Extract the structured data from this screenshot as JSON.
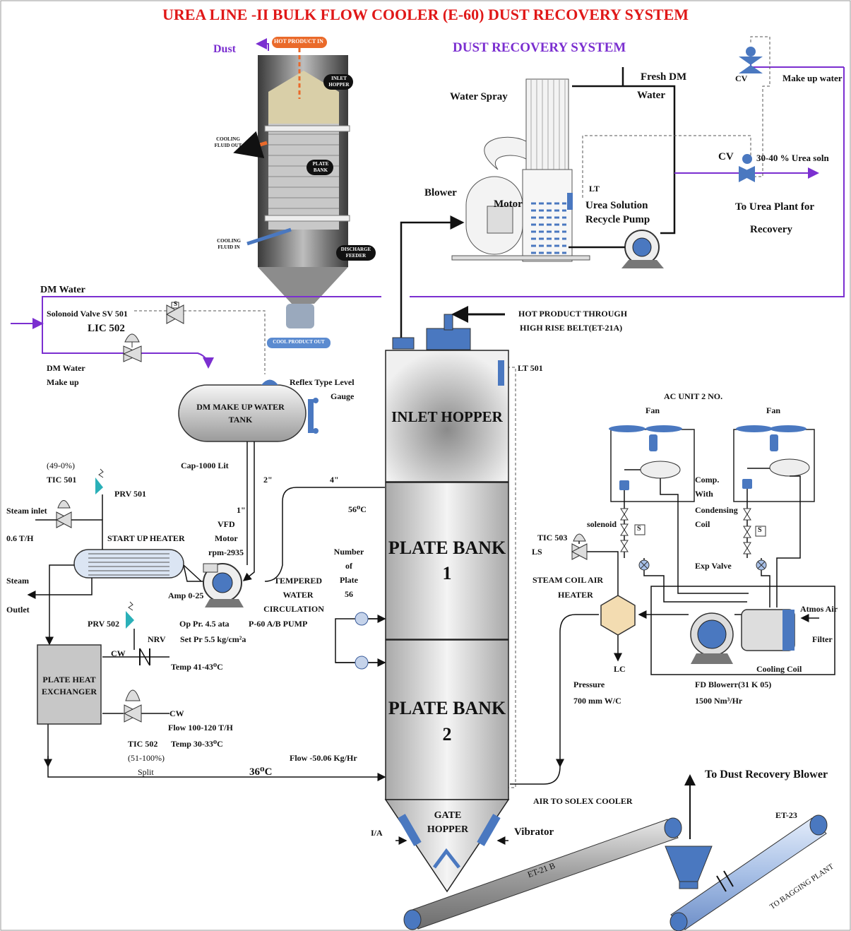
{
  "title": "UREA LINE -II BULK FLOW COOLER (E-60) DUST RECOVERY SYSTEM",
  "dust_recovery_title": "DUST RECOVERY SYSTEM",
  "colors": {
    "title": "#e01818",
    "purple_line": "#7b2fd0",
    "equipment_blue": "#4a78c0",
    "valve_teal": "#2ab0b8"
  },
  "cooler_image": {
    "dust": "Dust",
    "hot_product_in": "HOT PRODUCT IN",
    "inlet_hopper": "INLET\nHOPPER",
    "cooling_fluid_out": "COOLING\nFLUID OUT",
    "plate_bank": "PLATE\nBANK",
    "cooling_fluid_in": "COOLING\nFLUID IN",
    "discharge_feeder": "DISCHARGE\nFEEDER",
    "cool_product_out": "COOL PRODUCT OUT"
  },
  "dust_recovery": {
    "fresh_dm": "Fresh DM",
    "water": "Water",
    "cv_top": "CV",
    "make_up_water": "Make up water",
    "water_spray": "Water Spray",
    "cv": "CV",
    "urea_soln": "30-40 % Urea soln",
    "blower": "Blower",
    "motor": "Motor",
    "lt": "LT",
    "urea_pump_1": "Urea Solution",
    "urea_pump_2": "Recycle Pump",
    "to_urea_1": "To Urea Plant for",
    "to_urea_2": "Recovery"
  },
  "dm_section": {
    "dm_water": "DM Water",
    "solenoid_valve": "Solonoid Valve SV 501",
    "s_label": "S",
    "lic": "LIC 502",
    "dm_makeup_1": "DM Water",
    "dm_makeup_2": "Make up",
    "tank_1": "DM MAKE UP WATER",
    "tank_2": "TANK",
    "reflex_1": "Reflex Type Level",
    "reflex_2": "Gauge",
    "cap": "Cap-1000 Lit",
    "pipe_2in": "2\"",
    "pipe_4in": "4\"",
    "pipe_1in": "1\"",
    "temp_56": "56⁰C"
  },
  "heater_section": {
    "range_tic501": "(49-0%)",
    "tic501": "TIC  501",
    "prv501": "PRV 501",
    "steam_inlet": "Steam inlet",
    "flow_06": "0.6 T/H",
    "startup_heater": "START UP HEATER",
    "steam": "Steam",
    "outlet": "Outlet",
    "prv502": "PRV 502",
    "nrv": "NRV",
    "cw1": "CW",
    "temp1": "Temp 41-43⁰C",
    "phe_1": "PLATE HEAT",
    "phe_2": "EXCHANGER",
    "cw2": "CW",
    "flow_cw": "Flow 100-120 T/H",
    "tic502": "TIC 502",
    "temp2": "Temp 30-33⁰C",
    "range_tic502": "(51-100%)",
    "split": "Split",
    "temp36": "36⁰C",
    "flow_kg": "Flow -50.06 Kg/Hr"
  },
  "pump_section": {
    "vfd": "VFD",
    "motor": "Motor",
    "rpm": "rpm-2935",
    "amp": "Amp 0-25",
    "op_pr": "Op Pr. 4.5 ata",
    "set_pr": "Set Pr  5.5 kg/cm²a",
    "pump": "P-60 A/B  PUMP",
    "tempered_1": "TEMPERED",
    "tempered_2": "WATER",
    "tempered_3": "CIRCULATION"
  },
  "cooler": {
    "hot_product_1": "HOT PRODUCT THROUGH",
    "hot_product_2": "HIGH RISE BELT(ET-21A)",
    "lt501": "LT 501",
    "inlet_hopper": "INLET HOPPER",
    "plate_bank1_a": "PLATE BANK",
    "plate_bank1_b": "1",
    "plate_bank2_a": "PLATE BANK",
    "plate_bank2_b": "2",
    "number_1": "Number",
    "number_2": "of",
    "number_3": "Plate",
    "number_4": "56",
    "gate_1": "GATE",
    "gate_2": "HOPPER",
    "ia": "I/A",
    "vibrator": "Vibrator"
  },
  "ac_section": {
    "ac_unit": "AC UNIT 2 NO.",
    "fan1": "Fan",
    "fan2": "Fan",
    "comp_1": "Comp.",
    "comp_2": "With",
    "comp_3": "Condensing",
    "comp_4": "Coil",
    "solenoid": "solenoid",
    "s1": "S",
    "s2": "S",
    "exp_valve": "Exp Valve",
    "tic503": "TIC 503",
    "ls": "LS",
    "steam_coil_1": "STEAM COIL AIR",
    "steam_coil_2": "HEATER",
    "atmos_air": "Atmos Air",
    "filter": "Filter",
    "cooling_coil": "Cooling Coil",
    "lc": "LC",
    "pressure_1": "Pressure",
    "pressure_2": "700 mm W/C",
    "fd_blower_1": "FD Blowerr(31 K 05)",
    "fd_blower_2": "1500 Nm³/Hr",
    "air_to_solex": "AIR TO SOLEX COOLER"
  },
  "conveyors": {
    "to_dust_blower": "To Dust Recovery Blower",
    "et23": "ET-23",
    "et21b": "ET-21 B",
    "to_bagging": "TO BAGGING PLANT"
  }
}
